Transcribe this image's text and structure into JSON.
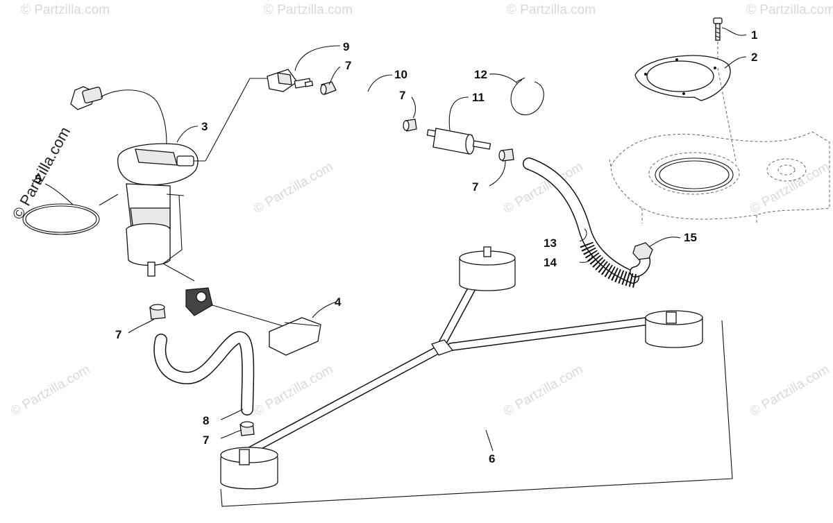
{
  "watermark": {
    "text": "© Partzilla.com",
    "instances": [
      {
        "id": "wm-tl"
      },
      {
        "id": "wm-tc"
      },
      {
        "id": "wm-tr"
      },
      {
        "id": "wm-ml"
      },
      {
        "id": "wm-mc"
      },
      {
        "id": "wm-mr"
      },
      {
        "id": "wm-bl"
      },
      {
        "id": "wm-bc"
      },
      {
        "id": "wm-br"
      }
    ]
  },
  "side_watermark": "© Partzilla.com",
  "callouts": [
    "1",
    "2",
    "3",
    "4",
    "5",
    "6",
    "7",
    "8",
    "9",
    "10",
    "11",
    "12",
    "13",
    "14",
    "15"
  ],
  "labels": {
    "c1": "1",
    "c2": "2",
    "c3": "3",
    "c4": "4",
    "c5": "5",
    "c6": "6",
    "c7a": "7",
    "c7b": "7",
    "c7c": "7",
    "c7d": "7",
    "c7e": "7",
    "c8": "8",
    "c9": "9",
    "c10": "10",
    "c11": "11",
    "c12": "12",
    "c13": "13",
    "c14": "14",
    "c15": "15"
  }
}
